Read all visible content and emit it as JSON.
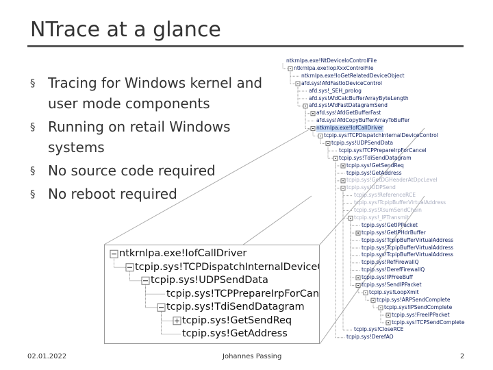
{
  "slide": {
    "title": "NTrace at a glance",
    "bullets": [
      {
        "marker": "§",
        "text": "Tracing for Windows kernel and user mode components"
      },
      {
        "marker": "§",
        "text": "Running on retail Windows systems"
      },
      {
        "marker": "§",
        "text": "No source code required"
      },
      {
        "marker": "§",
        "text": "No reboot required"
      }
    ],
    "footer": {
      "date": "02.01.2022",
      "author": "Johannes Passing",
      "page": "2"
    }
  },
  "small_tree": [
    {
      "label": "ntkrnlpa.exe!NtDeviceIoControlFile",
      "depth": 0,
      "toggle": "",
      "faded": false
    },
    {
      "label": "ntkrnlpa.exe!IopXxxControlFile",
      "depth": 1,
      "toggle": "minus",
      "faded": false
    },
    {
      "label": "ntkrnlpa.exe!IoGetRelatedDeviceObject",
      "depth": 2,
      "toggle": "",
      "faded": false
    },
    {
      "label": "afd.sys!AfdFastIoDeviceControl",
      "depth": 2,
      "toggle": "minus",
      "faded": false
    },
    {
      "label": "afd.sys!_SEH_prolog",
      "depth": 3,
      "toggle": "",
      "faded": false
    },
    {
      "label": "afd.sys!AfdCalcBufferArrayByteLength",
      "depth": 3,
      "toggle": "",
      "faded": false
    },
    {
      "label": "afd.sys!AfdFastDatagramSend",
      "depth": 3,
      "toggle": "minus",
      "faded": false
    },
    {
      "label": "afd.sys!AfdGetBufferFast",
      "depth": 4,
      "toggle": "plus",
      "faded": false
    },
    {
      "label": "afd.sys!AfdCopyBufferArrayToBuffer",
      "depth": 4,
      "toggle": "",
      "faded": false
    },
    {
      "label": "ntkrnlpa.exe!IofCallDriver",
      "depth": 4,
      "toggle": "minus",
      "faded": false,
      "selected": true
    },
    {
      "label": "tcpip.sys!TCPDispatchInternalDeviceControl",
      "depth": 5,
      "toggle": "minus",
      "faded": false
    },
    {
      "label": "tcpip.sys!UDPSendData",
      "depth": 6,
      "toggle": "minus",
      "faded": false
    },
    {
      "label": "tcpip.sys!TCPPrepareIrpForCancel",
      "depth": 7,
      "toggle": "",
      "faded": false
    },
    {
      "label": "tcpip.sys!TdiSendDatagram",
      "depth": 7,
      "toggle": "minus",
      "faded": false
    },
    {
      "label": "tcpip.sys!GetSendReq",
      "depth": 8,
      "toggle": "plus",
      "faded": false
    },
    {
      "label": "tcpip.sys!GetAddress",
      "depth": 8,
      "toggle": "",
      "faded": false
    },
    {
      "label": "tcpip.sys!GetDGHeaderAtDpcLevel",
      "depth": 8,
      "toggle": "minus",
      "faded": true
    },
    {
      "label": "tcpip.sys!UDPSend",
      "depth": 8,
      "toggle": "minus",
      "faded": true
    },
    {
      "label": "tcpip.sys!ReferenceRCE",
      "depth": 9,
      "toggle": "",
      "faded": true
    },
    {
      "label": "tcpip.sys!TcpipBufferVirtualAddress",
      "depth": 9,
      "toggle": "",
      "faded": true
    },
    {
      "label": "tcpip.sys!XsumSendChain",
      "depth": 9,
      "toggle": "",
      "faded": true
    },
    {
      "label": "tcpip.sys!_IPTransmit",
      "depth": 9,
      "toggle": "minus",
      "faded": true
    },
    {
      "label": "tcpip.sys!GetIPPacket",
      "depth": 10,
      "toggle": "",
      "faded": false
    },
    {
      "label": "tcpip.sys!GetIPHdrBuffer",
      "depth": 10,
      "toggle": "plus",
      "faded": false
    },
    {
      "label": "tcpip.sys!TcpipBufferVirtualAddress",
      "depth": 10,
      "toggle": "",
      "faded": false
    },
    {
      "label": "tcpip.sys!TcpipBufferVirtualAddress",
      "depth": 10,
      "toggle": "",
      "faded": false
    },
    {
      "label": "tcpip.sys!TcpipBufferVirtualAddress",
      "depth": 10,
      "toggle": "",
      "faded": false
    },
    {
      "label": "tcpip.sys!RefFirewallQ",
      "depth": 10,
      "toggle": "",
      "faded": false
    },
    {
      "label": "tcpip.sys!DerefFirewallQ",
      "depth": 10,
      "toggle": "",
      "faded": false
    },
    {
      "label": "tcpip.sys!IPFreeBuff",
      "depth": 10,
      "toggle": "plus",
      "faded": false
    },
    {
      "label": "tcpip.sys!SendIPPacket",
      "depth": 10,
      "toggle": "minus",
      "faded": false
    },
    {
      "label": "tcpip.sys!LoopXmit",
      "depth": 11,
      "toggle": "minus",
      "faded": false
    },
    {
      "label": "tcpip.sys!ARPSendComplete",
      "depth": 12,
      "toggle": "minus",
      "faded": false
    },
    {
      "label": "tcpip.sys!IPSendComplete",
      "depth": 13,
      "toggle": "minus",
      "faded": false
    },
    {
      "label": "tcpip.sys!FreeIPPacket",
      "depth": 14,
      "toggle": "plus",
      "faded": false
    },
    {
      "label": "tcpip.sys!TCPSendComplete",
      "depth": 14,
      "toggle": "plus",
      "faded": false
    },
    {
      "label": "tcpip.sys!CloseRCE",
      "depth": 9,
      "toggle": "",
      "faded": false
    },
    {
      "label": "tcpip.sys!DerefAO",
      "depth": 8,
      "toggle": "",
      "faded": false
    }
  ],
  "inset_tree": [
    {
      "label": "ntkrnlpa.exe!IofCallDriver",
      "depth": 0,
      "toggle": "minus"
    },
    {
      "label": "tcpip.sys!TCPDispatchInternalDeviceControl",
      "depth": 1,
      "toggle": "minus"
    },
    {
      "label": "tcpip.sys!UDPSendData",
      "depth": 2,
      "toggle": "minus"
    },
    {
      "label": "tcpip.sys!TCPPrepareIrpForCancel",
      "depth": 3,
      "toggle": ""
    },
    {
      "label": "tcpip.sys!TdiSendDatagram",
      "depth": 3,
      "toggle": "minus"
    },
    {
      "label": "tcpip.sys!GetSendReq",
      "depth": 4,
      "toggle": "plus"
    },
    {
      "label": "tcpip.sys!GetAddress",
      "depth": 4,
      "toggle": ""
    }
  ]
}
